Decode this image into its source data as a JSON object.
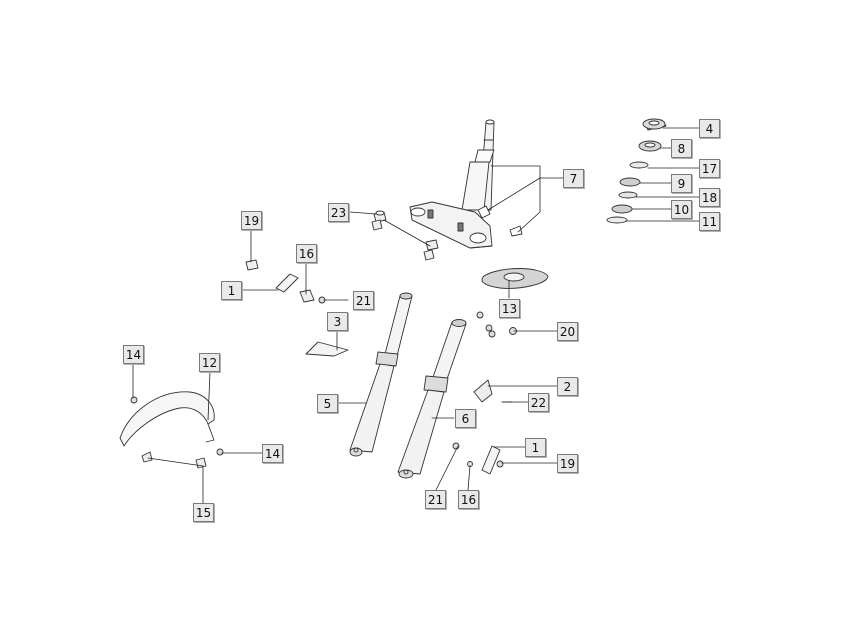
{
  "callouts": [
    {
      "id": "c1",
      "text": "4"
    },
    {
      "id": "c2",
      "text": "8"
    },
    {
      "id": "c3",
      "text": "17"
    },
    {
      "id": "c4",
      "text": "9"
    },
    {
      "id": "c5",
      "text": "18"
    },
    {
      "id": "c6",
      "text": "10"
    },
    {
      "id": "c7",
      "text": "11"
    },
    {
      "id": "c8",
      "text": "7"
    },
    {
      "id": "c9",
      "text": "23"
    },
    {
      "id": "c10",
      "text": "19"
    },
    {
      "id": "c11",
      "text": "16"
    },
    {
      "id": "c12",
      "text": "1"
    },
    {
      "id": "c13",
      "text": "21"
    },
    {
      "id": "c14",
      "text": "13"
    },
    {
      "id": "c15",
      "text": "3"
    },
    {
      "id": "c16",
      "text": "20"
    },
    {
      "id": "c17",
      "text": "14"
    },
    {
      "id": "c18",
      "text": "12"
    },
    {
      "id": "c19",
      "text": "2"
    },
    {
      "id": "c20",
      "text": "5"
    },
    {
      "id": "c21",
      "text": "22"
    },
    {
      "id": "c22",
      "text": "6"
    },
    {
      "id": "c23",
      "text": "1"
    },
    {
      "id": "c24",
      "text": "14"
    },
    {
      "id": "c25",
      "text": "19"
    },
    {
      "id": "c26",
      "text": "21"
    },
    {
      "id": "c27",
      "text": "16"
    },
    {
      "id": "c28",
      "text": "15"
    }
  ]
}
